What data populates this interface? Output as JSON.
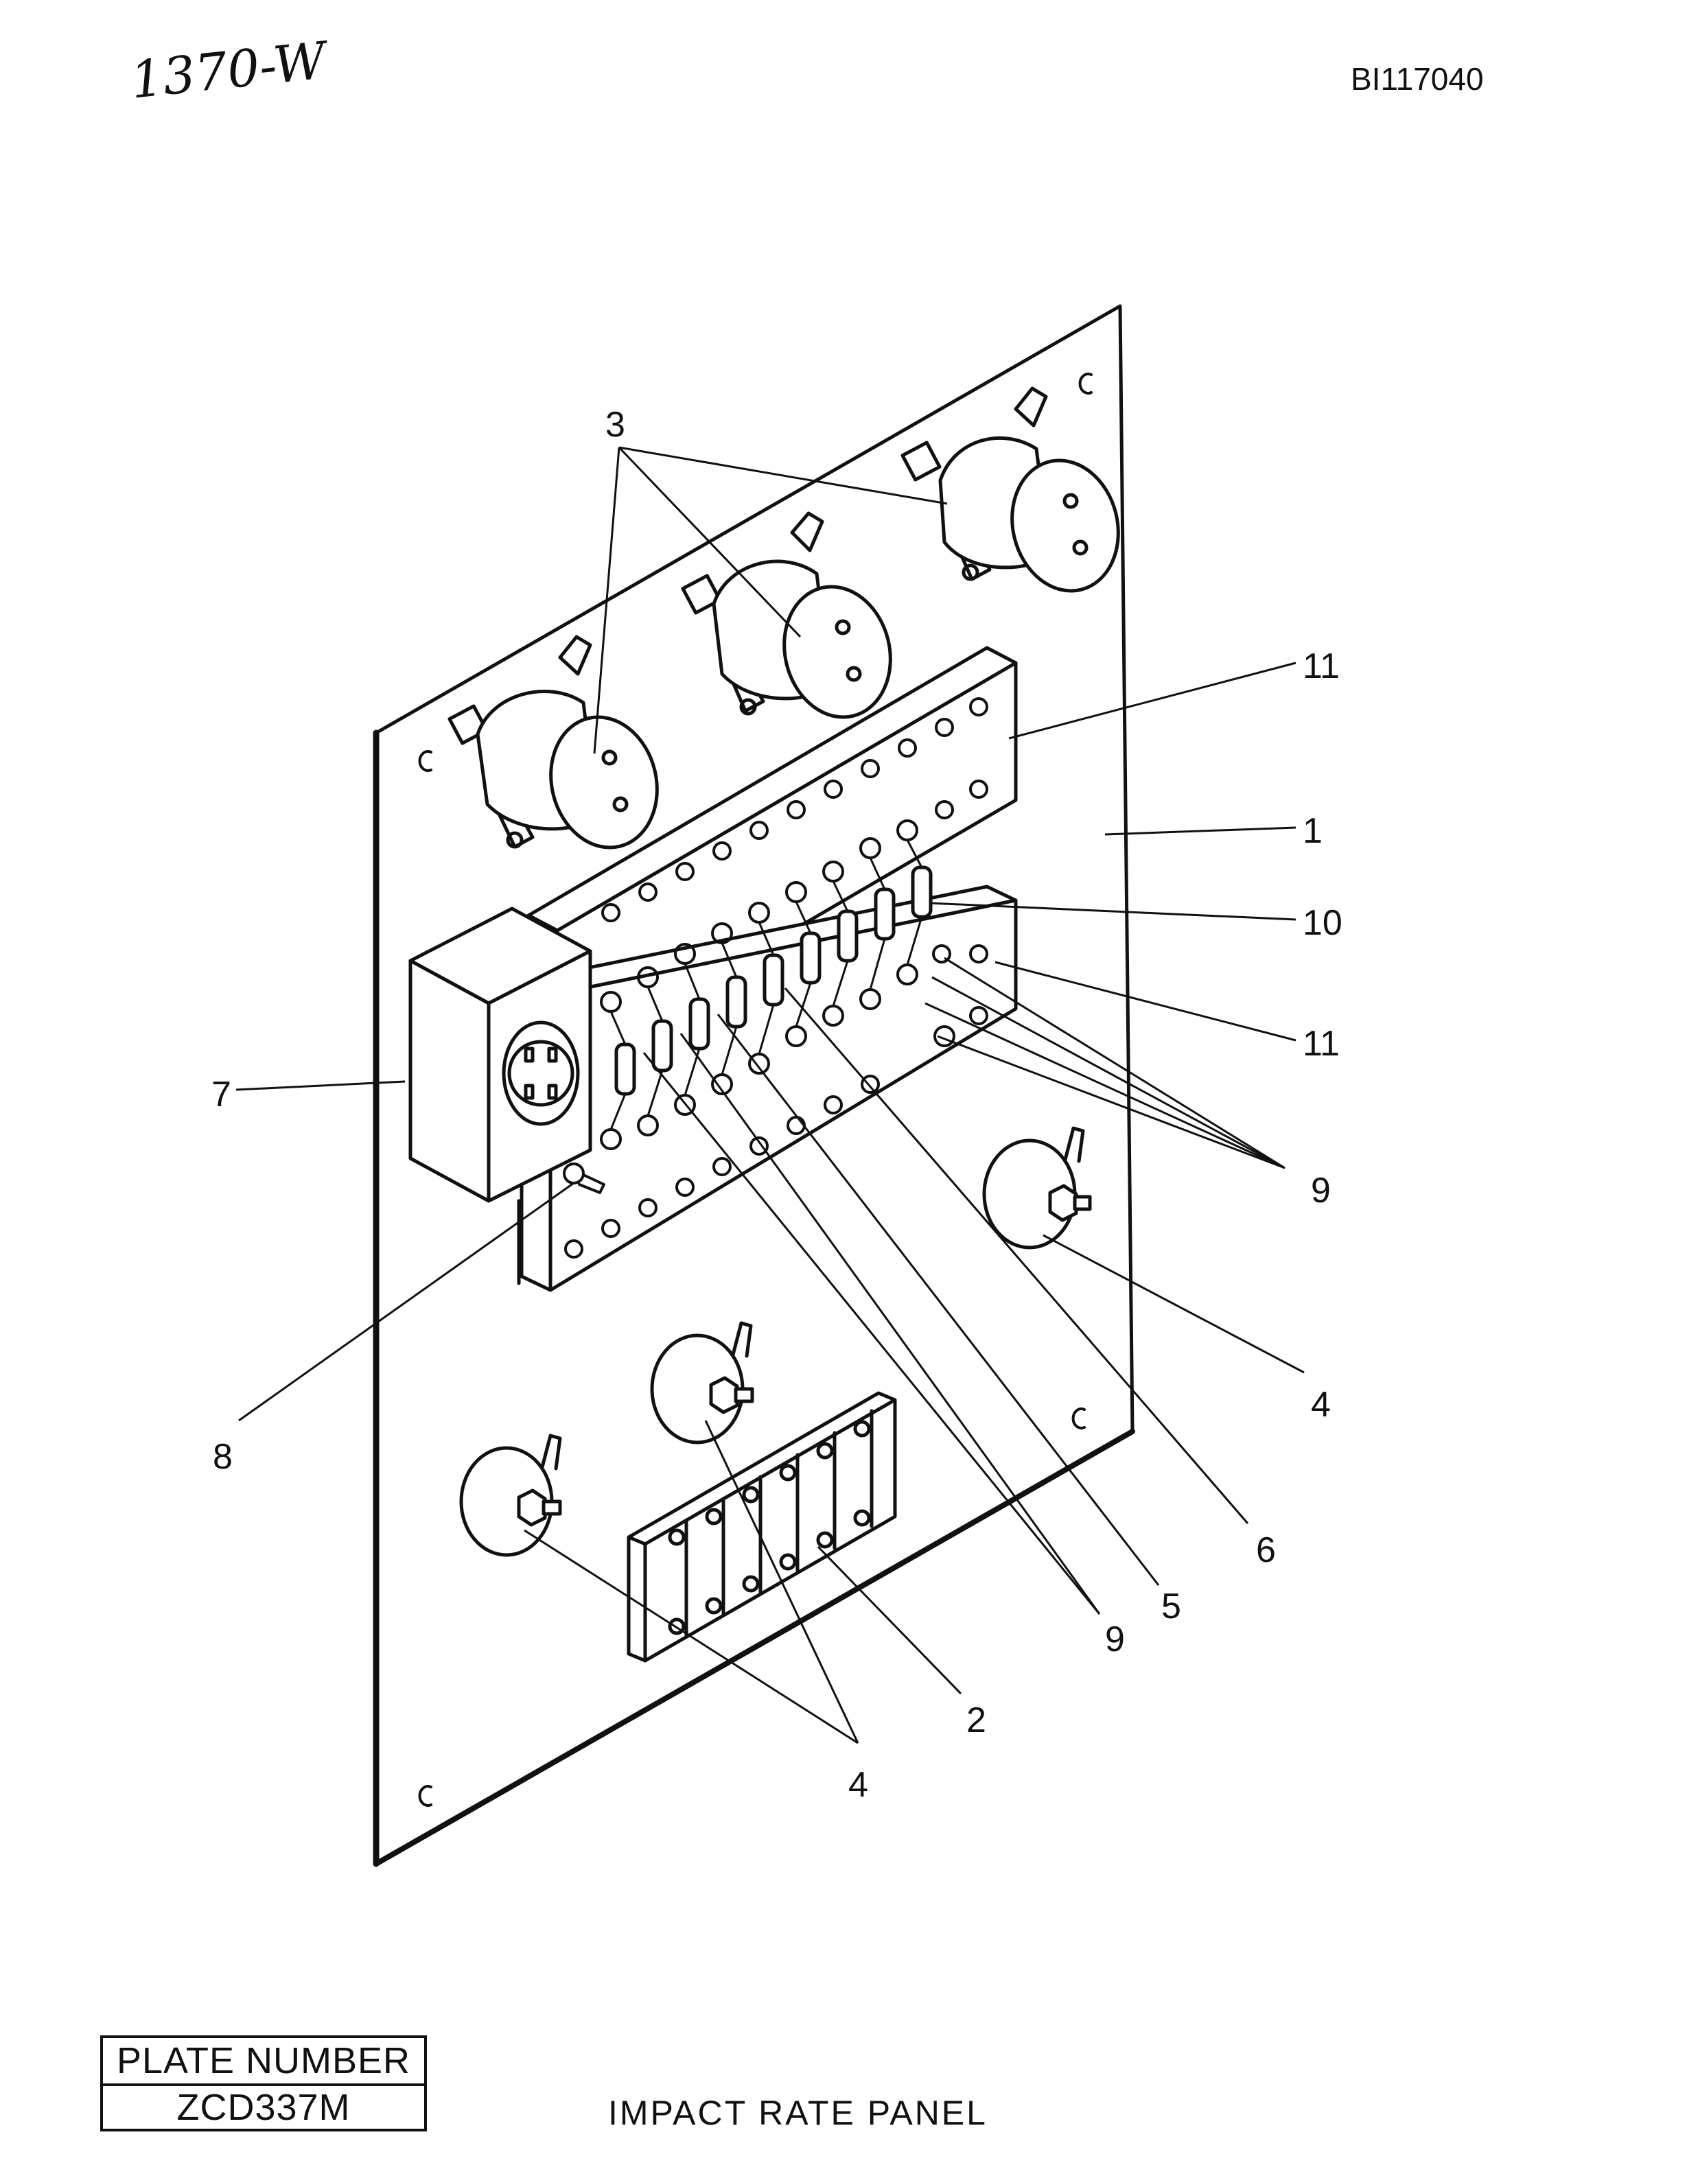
{
  "handwritten_note": "1370-W",
  "document_id": "BI117040",
  "plate_number_label": "PLATE NUMBER",
  "plate_number_value": "ZCD337M",
  "drawing_title": "IMPACT RATE PANEL",
  "callouts": {
    "c1": "1",
    "c2": "2",
    "c3": "3",
    "c4a": "4",
    "c4b": "4",
    "c5": "5",
    "c6": "6",
    "c7": "7",
    "c8": "8",
    "c9a": "9",
    "c9b": "9",
    "c10": "10",
    "c11a": "11",
    "c11b": "11"
  }
}
